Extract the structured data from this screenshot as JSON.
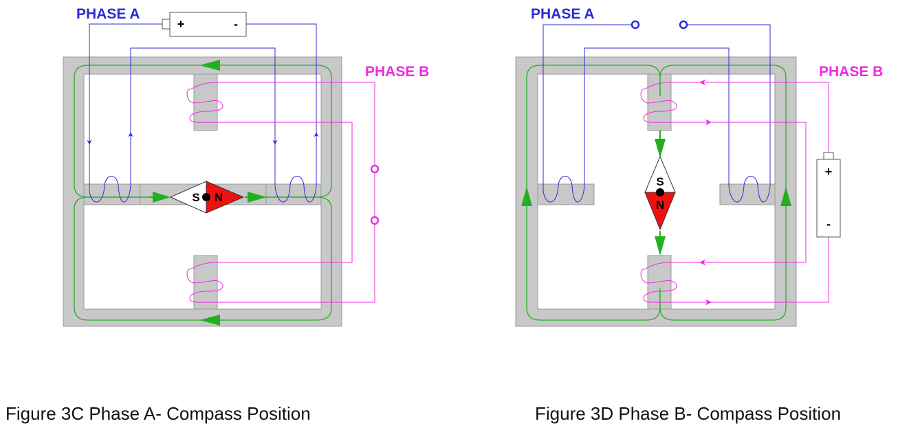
{
  "colors": {
    "phase_a": "#2b2bd6",
    "phase_b": "#ee2ae6",
    "flux": "#22b022",
    "core": "#c8c8c8",
    "north_pole": "#ee1111",
    "south_pole": "#ffffff"
  },
  "figure_3c": {
    "phase_a_label": "PHASE A",
    "phase_b_label": "PHASE B",
    "battery_plus": "+",
    "battery_minus": "-",
    "rotor_s": "S",
    "rotor_n": "N",
    "caption": "Figure 3C Phase A- Compass Position"
  },
  "figure_3d": {
    "phase_a_label": "PHASE A",
    "phase_b_label": "PHASE B",
    "battery_plus": "+",
    "battery_minus": "-",
    "rotor_s": "S",
    "rotor_n": "N",
    "caption": "Figure 3D Phase B- Compass Position"
  }
}
